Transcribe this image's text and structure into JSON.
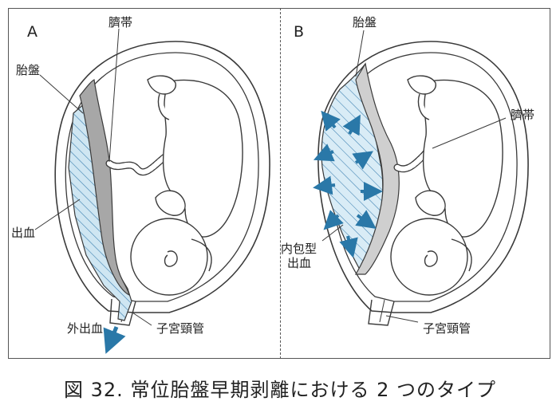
{
  "panel_a": {
    "letter": "A",
    "labels": {
      "umbilical_cord": "臍帯",
      "placenta": "胎盤",
      "hemorrhage": "出血",
      "external_hemorrhage": "外出血",
      "cervical_canal": "子宮頸管"
    }
  },
  "panel_b": {
    "letter": "B",
    "labels": {
      "placenta": "胎盤",
      "umbilical_cord": "臍帯",
      "concealed_hemorrhage_line1": "内包型",
      "concealed_hemorrhage_line2": "出血",
      "cervical_canal": "子宮頸管"
    }
  },
  "caption": "図 32.  常位胎盤早期剥離における 2 つのタイプ",
  "colors": {
    "placenta_fill": "#a7a7a7",
    "placenta_b_fill": "#cfcfcf",
    "blood_fill": "#cfe6f2",
    "blood_hatch": "#3b7fb0",
    "arrow": "#2a78a8",
    "outline": "#3a3a3a"
  }
}
